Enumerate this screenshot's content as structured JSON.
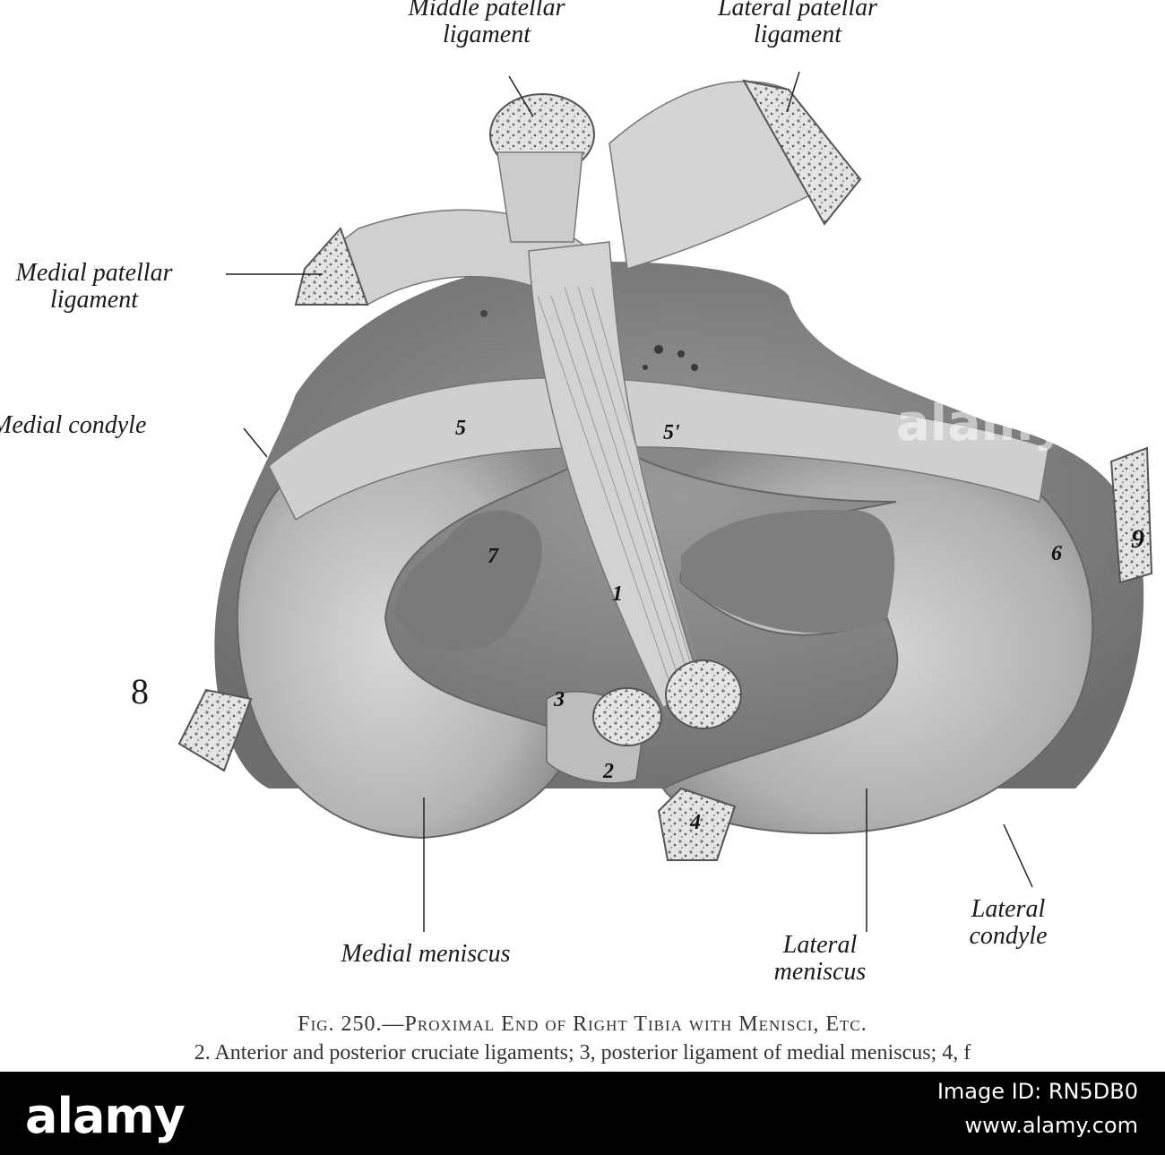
{
  "labels": {
    "middle_patellar": "Middle patellar ligament",
    "lateral_patellar": "Lateral patellar ligament",
    "medial_patellar": "Medial patellar ligament",
    "medial_condyle": "Medial condyle",
    "medial_meniscus": "Medial meniscus",
    "lateral_meniscus": "Lateral meniscus",
    "lateral_condyle": "Lateral condyle"
  },
  "numbers": {
    "n1": "1",
    "n2": "2",
    "n3": "3",
    "n4": "4",
    "n5": "5",
    "n5p": "5'",
    "n6": "6",
    "n7": "7",
    "n8": "8",
    "n9": "9"
  },
  "caption": {
    "title": "Fig. 250.—Proximal End of Right Tibia with Menisci, Etc.",
    "text": "2. Anterior and posterior cruciate ligaments; 3, posterior ligament of medial meniscus; 4, f"
  },
  "watermark": "alamy",
  "footer": {
    "brand": "alamy",
    "image_id": "Image ID: RN5DB0",
    "url": "www.alamy.com"
  },
  "colors": {
    "footer_bg": "#000000",
    "ink": "#1a1a1a",
    "bone": "#8a8a8a",
    "meniscus": "#c8c8c8"
  }
}
